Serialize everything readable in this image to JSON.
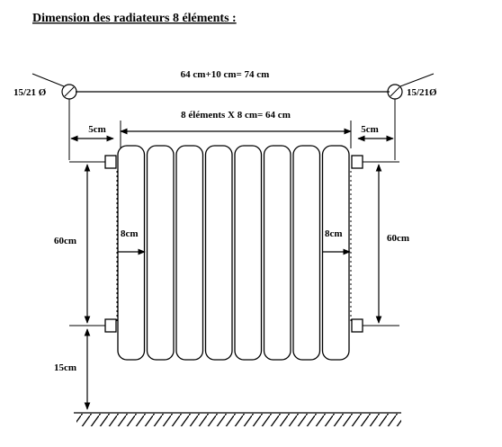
{
  "title": "Dimension des radiateurs 8 éléments :",
  "labels": {
    "total_width": "64 cm+10 cm= 74 cm",
    "elements_width": "8 éléments  X 8 cm= 64 cm",
    "pipe_left": "15/21 Ø",
    "pipe_right": "15/21Ø",
    "margin_left": "5cm",
    "margin_right": "5cm",
    "height_left": "60cm",
    "height_right": "60cm",
    "element_left": "8cm",
    "element_right": "8cm",
    "floor_gap": "15cm"
  },
  "radiator": {
    "element_count": 8
  }
}
